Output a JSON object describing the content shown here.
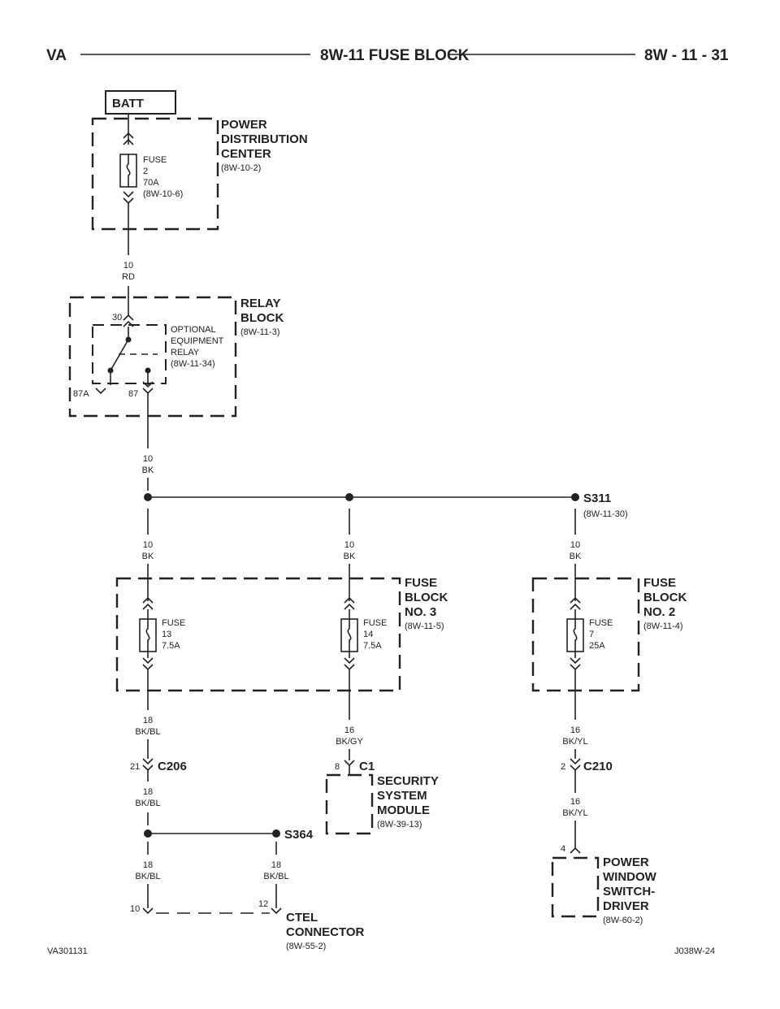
{
  "header": {
    "left": "VA",
    "center": "8W-11 FUSE BLOCK",
    "right": "8W - 11 - 31"
  },
  "batt": "BATT",
  "pdc": {
    "title1": "POWER",
    "title2": "DISTRIBUTION",
    "title3": "CENTER",
    "ref": "(8W-10-2)",
    "fuse": [
      "FUSE",
      "2",
      "70A",
      "(8W-10-6)"
    ]
  },
  "wire_rd": {
    "gauge": "10",
    "color": "RD"
  },
  "relay_block": {
    "title1": "RELAY",
    "title2": "BLOCK",
    "ref": "(8W-11-3)",
    "pin30": "30",
    "pin87a": "87A",
    "pin87": "87",
    "relay": [
      "OPTIONAL",
      "EQUIPMENT",
      "RELAY",
      "(8W-11-34)"
    ]
  },
  "wire_bk_main": {
    "gauge": "10",
    "color": "BK"
  },
  "splice_s311": {
    "name": "S311",
    "ref": "(8W-11-30)"
  },
  "wire_bk_1": {
    "gauge": "10",
    "color": "BK"
  },
  "wire_bk_2": {
    "gauge": "10",
    "color": "BK"
  },
  "wire_bk_3": {
    "gauge": "10",
    "color": "BK"
  },
  "fuse_block_3": {
    "title1": "FUSE",
    "title2": "BLOCK",
    "title3": "NO. 3",
    "ref": "(8W-11-5)",
    "fuse13": [
      "FUSE",
      "13",
      "7.5A"
    ],
    "fuse14": [
      "FUSE",
      "14",
      "7.5A"
    ]
  },
  "fuse_block_2": {
    "title1": "FUSE",
    "title2": "BLOCK",
    "title3": "NO. 2",
    "ref": "(8W-11-4)",
    "fuse7": [
      "FUSE",
      "7",
      "25A"
    ]
  },
  "wire_bkbl_a": {
    "gauge": "18",
    "color": "BK/BL"
  },
  "wire_bkgy": {
    "gauge": "16",
    "color": "BK/GY"
  },
  "wire_bkyl_a": {
    "gauge": "16",
    "color": "BK/YL"
  },
  "c206": {
    "name": "C206",
    "pin": "21"
  },
  "c1": {
    "name": "C1",
    "pin": "8"
  },
  "c210": {
    "name": "C210",
    "pin": "2"
  },
  "wire_bkbl_b": {
    "gauge": "18",
    "color": "BK/BL"
  },
  "wire_bkyl_b": {
    "gauge": "16",
    "color": "BK/YL"
  },
  "security": {
    "title1": "SECURITY",
    "title2": "SYSTEM",
    "title3": "MODULE",
    "ref": "(8W-39-13)"
  },
  "splice_s364": {
    "name": "S364"
  },
  "wire_bkbl_c": {
    "gauge": "18",
    "color": "BK/BL"
  },
  "wire_bkbl_d": {
    "gauge": "18",
    "color": "BK/BL"
  },
  "power_window": {
    "pin": "4",
    "title1": "POWER",
    "title2": "WINDOW",
    "title3": "SWITCH-",
    "title4": "DRIVER",
    "ref": "(8W-60-2)"
  },
  "ctel": {
    "pin10": "10",
    "pin12": "12",
    "title1": "CTEL",
    "title2": "CONNECTOR",
    "ref": "(8W-55-2)"
  },
  "footer": {
    "left": "VA301131",
    "right": "J038W-24"
  }
}
